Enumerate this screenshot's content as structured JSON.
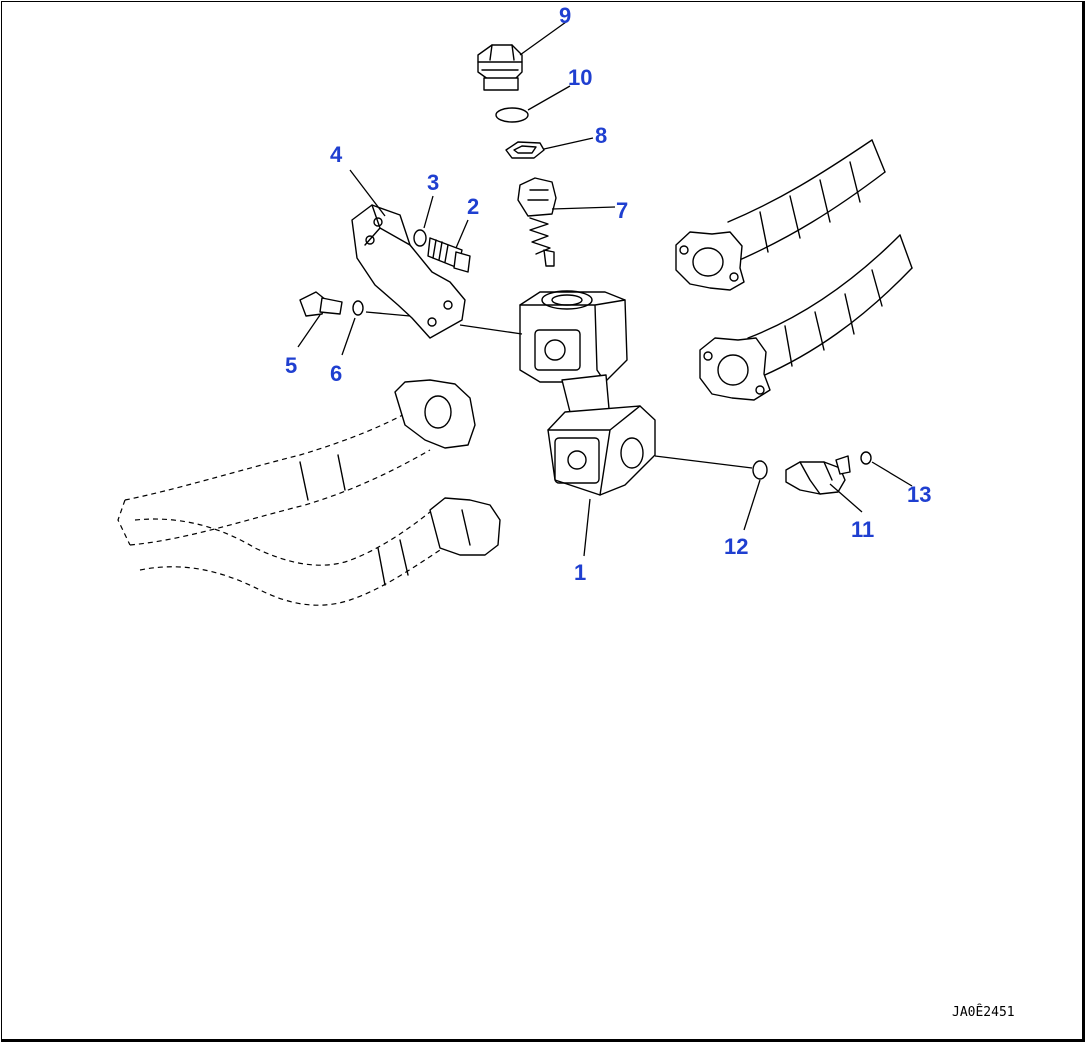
{
  "diagram": {
    "callouts": [
      {
        "id": "c1",
        "label": "1"
      },
      {
        "id": "c2",
        "label": "2"
      },
      {
        "id": "c3",
        "label": "3"
      },
      {
        "id": "c4",
        "label": "4"
      },
      {
        "id": "c5",
        "label": "5"
      },
      {
        "id": "c6",
        "label": "6"
      },
      {
        "id": "c7",
        "label": "7"
      },
      {
        "id": "c8",
        "label": "8"
      },
      {
        "id": "c9",
        "label": "9"
      },
      {
        "id": "c10",
        "label": "10"
      },
      {
        "id": "c11",
        "label": "11"
      },
      {
        "id": "c12",
        "label": "12"
      },
      {
        "id": "c13",
        "label": "13"
      }
    ],
    "figure_id": "JA0Ȇ2451",
    "colors": {
      "callout": "#1f3fd0",
      "line": "#000000",
      "background": "#ffffff"
    }
  }
}
